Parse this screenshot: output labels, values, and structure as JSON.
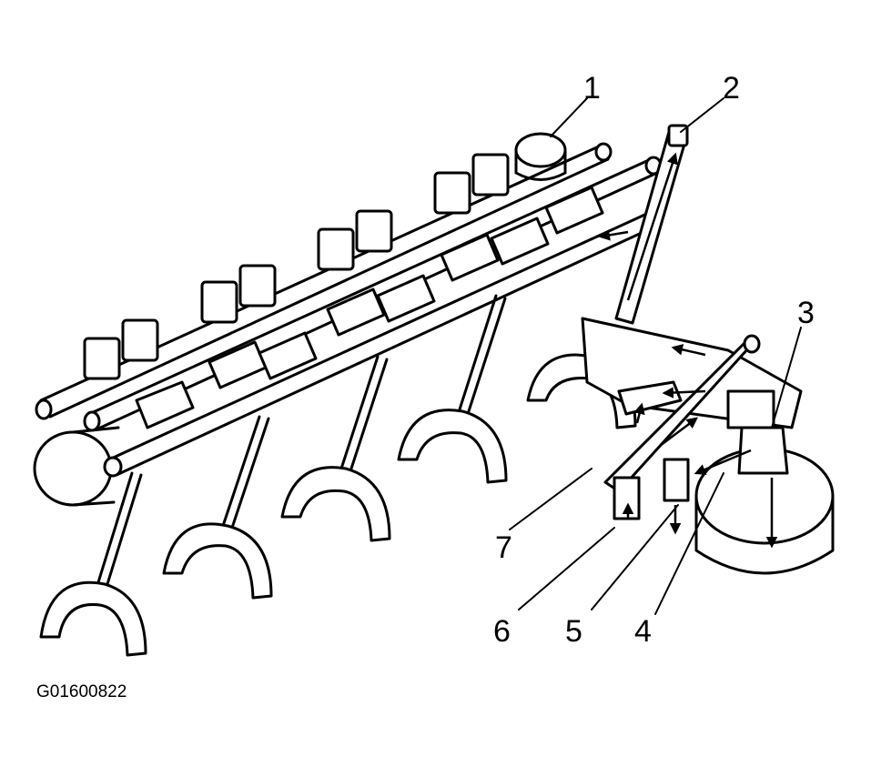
{
  "figure_id": "G01600822",
  "callouts": [
    {
      "id": "1",
      "label": "1"
    },
    {
      "id": "2",
      "label": "2"
    },
    {
      "id": "3",
      "label": "3"
    },
    {
      "id": "4",
      "label": "4"
    },
    {
      "id": "5",
      "label": "5"
    },
    {
      "id": "6",
      "label": "6"
    },
    {
      "id": "7",
      "label": "7"
    }
  ]
}
